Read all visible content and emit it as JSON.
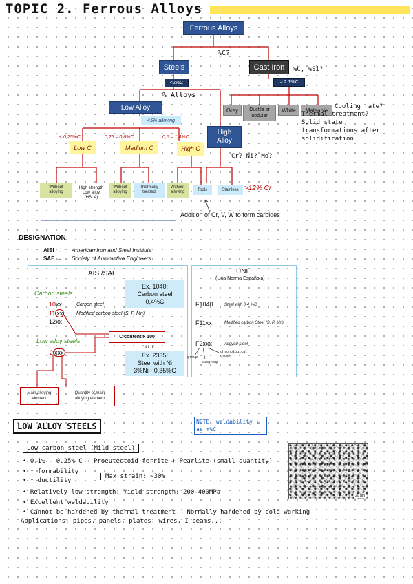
{
  "topic_title": "TOPIC 2. Ferrous Alloys",
  "tree": {
    "root": "Ferrous Alloys",
    "split_note": "%C?",
    "steels": "Steels",
    "cast_iron": "Cast Iron",
    "steels_c": "<2%C",
    "cast_iron_c": "> 2.1%C",
    "cast_iron_note": "%C, %Si?",
    "alloys_note": "% Alloys",
    "low_alloy": "Low Alloy",
    "low_alloy_note": "<5% alloying",
    "high_alloy": "High Alloy",
    "high_alloy_note": "Cr? Ni? Mo?",
    "ranges": [
      "< 0,25%C",
      "0,25 – 0,6%C",
      "0,6 – 1,4%C"
    ],
    "low_c": "Low C",
    "medium_c": "Medium C",
    "high_c": "High C",
    "cast_types": [
      "Grey",
      "Ductile or nodular",
      "White",
      "Maleable"
    ],
    "cast_notes": [
      "Cooling rate?",
      "Thermal treatment?",
      "Solid state",
      "transformations after",
      "solidification"
    ],
    "leaf_without_1": "Without alloying",
    "leaf_hsla": "High strength Low alloy (HSLA)",
    "leaf_without_2": "Without alloying",
    "leaf_thermally": "Thermally treated",
    "leaf_without_3": "Without alloying",
    "leaf_tools": "Tools",
    "leaf_stainless": "Stainless",
    "stainless_note": ">12% Cr",
    "carbides_note": "Addition of Cr, V, W to form carbides"
  },
  "designation": {
    "title": "DESIGNATION",
    "aisi_abbr": "AISI →",
    "aisi_full": "American Iron and Steel Institute",
    "sae_abbr": "SAE →",
    "sae_full": "Society of Automotive Engineers",
    "aisi_panel_title": "AISI/SAE",
    "carbon_steels": "Carbon steels",
    "row1_code": "10xx",
    "row1_desc": "Carbon steel",
    "row2_code": "11xx",
    "row2_desc": "Modified carbon steel (S, P, Mn)",
    "row3_code": "12xx",
    "low_alloy_steels": "Low alloy steels",
    "low_code": "2xxx",
    "ex1_line1": "Ex. 1040:",
    "ex1_line2": "Carbon steel",
    "ex1_line3": "0,4%C",
    "c_content": "C content x 100",
    "ex2_line1": "Ex. 2335:",
    "ex2_line2": "Steel with Ni",
    "ex2_line3": "3%Ni - 0,35%C",
    "ni_note": "Ni  C",
    "main_alloying": "Main alloying element",
    "quantity_main": "Quantity of main alloying element",
    "une_title": "UNE",
    "une_sub": "(Una Norma Española)",
    "une1_code": "F1040",
    "une1_desc": "Steel with 0.4 %C",
    "une2_code": "F11xx",
    "une2_desc": "Modified carbon Steel (S, P, Mn)",
    "une3_code": "F2xxx",
    "une3_desc": "Alloyed steel",
    "une_notes": [
      "group",
      "subgroup",
      "chronological order"
    ]
  },
  "low_alloy": {
    "title": "LOW ALLOY STEELS",
    "note": "NOTE: weldability ↓ as ↑%C",
    "subtitle": "Low carbon steel (Mild steel)",
    "lines": [
      "• 0.1% - 0.25% C → Proeutectoid ferrite + Pearlite (small quantity)",
      "• ↑ formability",
      "• ↑ ductility",
      "• Relatively low strength; Yield strength: 200-400MPa",
      "• Excellent weldability",
      "• Cannot be hardened by thermal treatment → Normally hardened by cold working"
    ],
    "max_strain": "Max strain: ~30%",
    "applications": "Applications: pipes, panels, plates, wires, I beams...",
    "micro_scale": "20 μm"
  }
}
